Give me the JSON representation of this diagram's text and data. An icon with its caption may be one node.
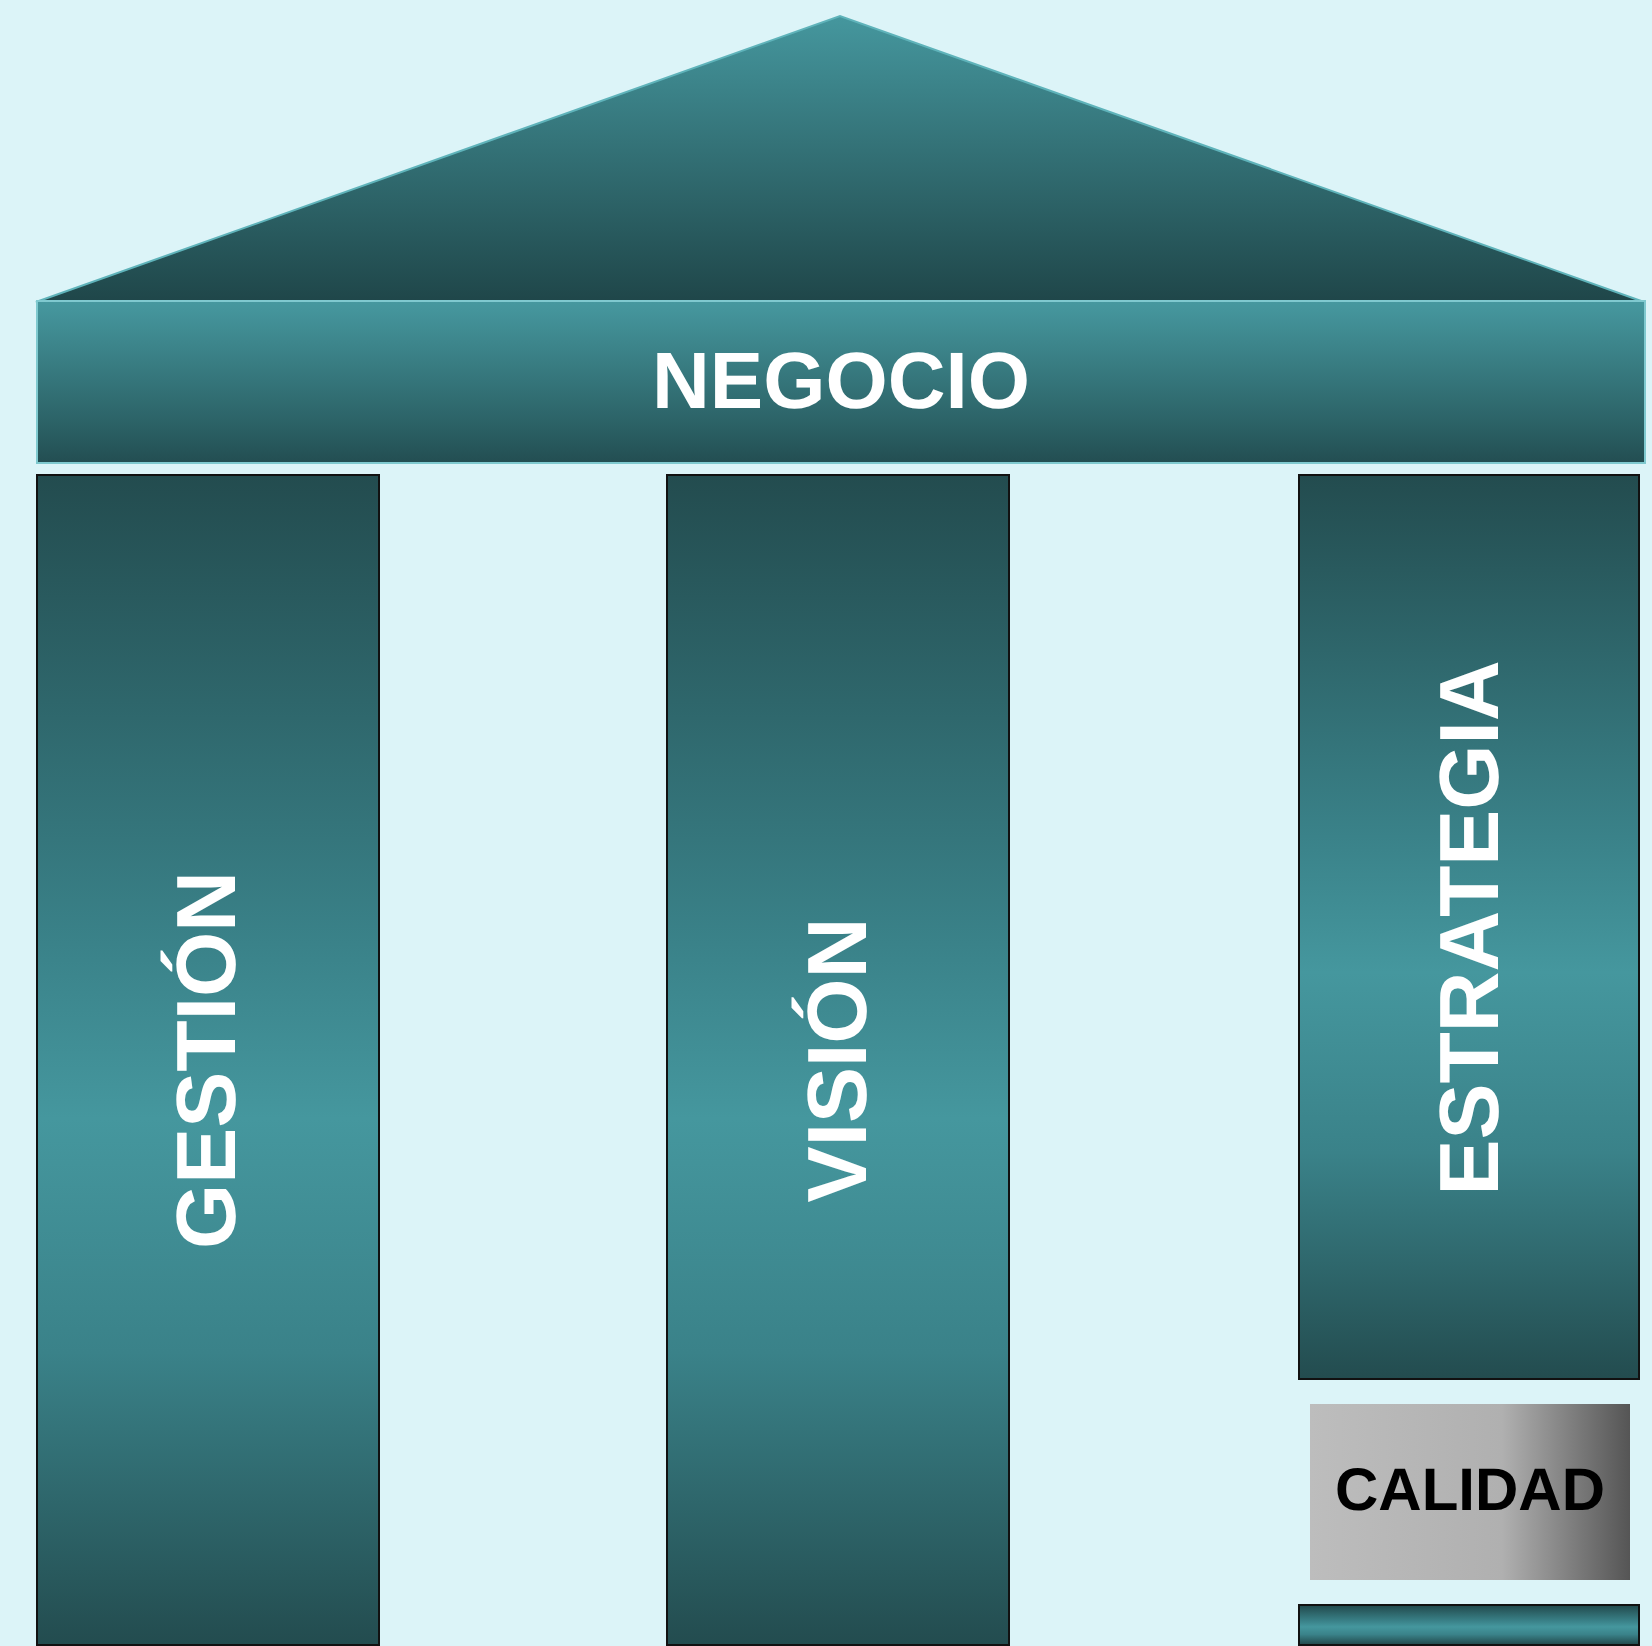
{
  "diagram": {
    "nodes": [
      {
        "text": [
          "NEGOCIO"
        ]
      },
      {
        "text": [
          "GESTIÓN"
        ]
      },
      {
        "text": [
          "VISIÓN"
        ]
      },
      {
        "text": [
          "ESTRATEGIA"
        ]
      },
      {
        "text": [
          "CALIDAD"
        ]
      },
      {
        "text": [],
        "shape": "bar"
      }
    ]
  }
}
